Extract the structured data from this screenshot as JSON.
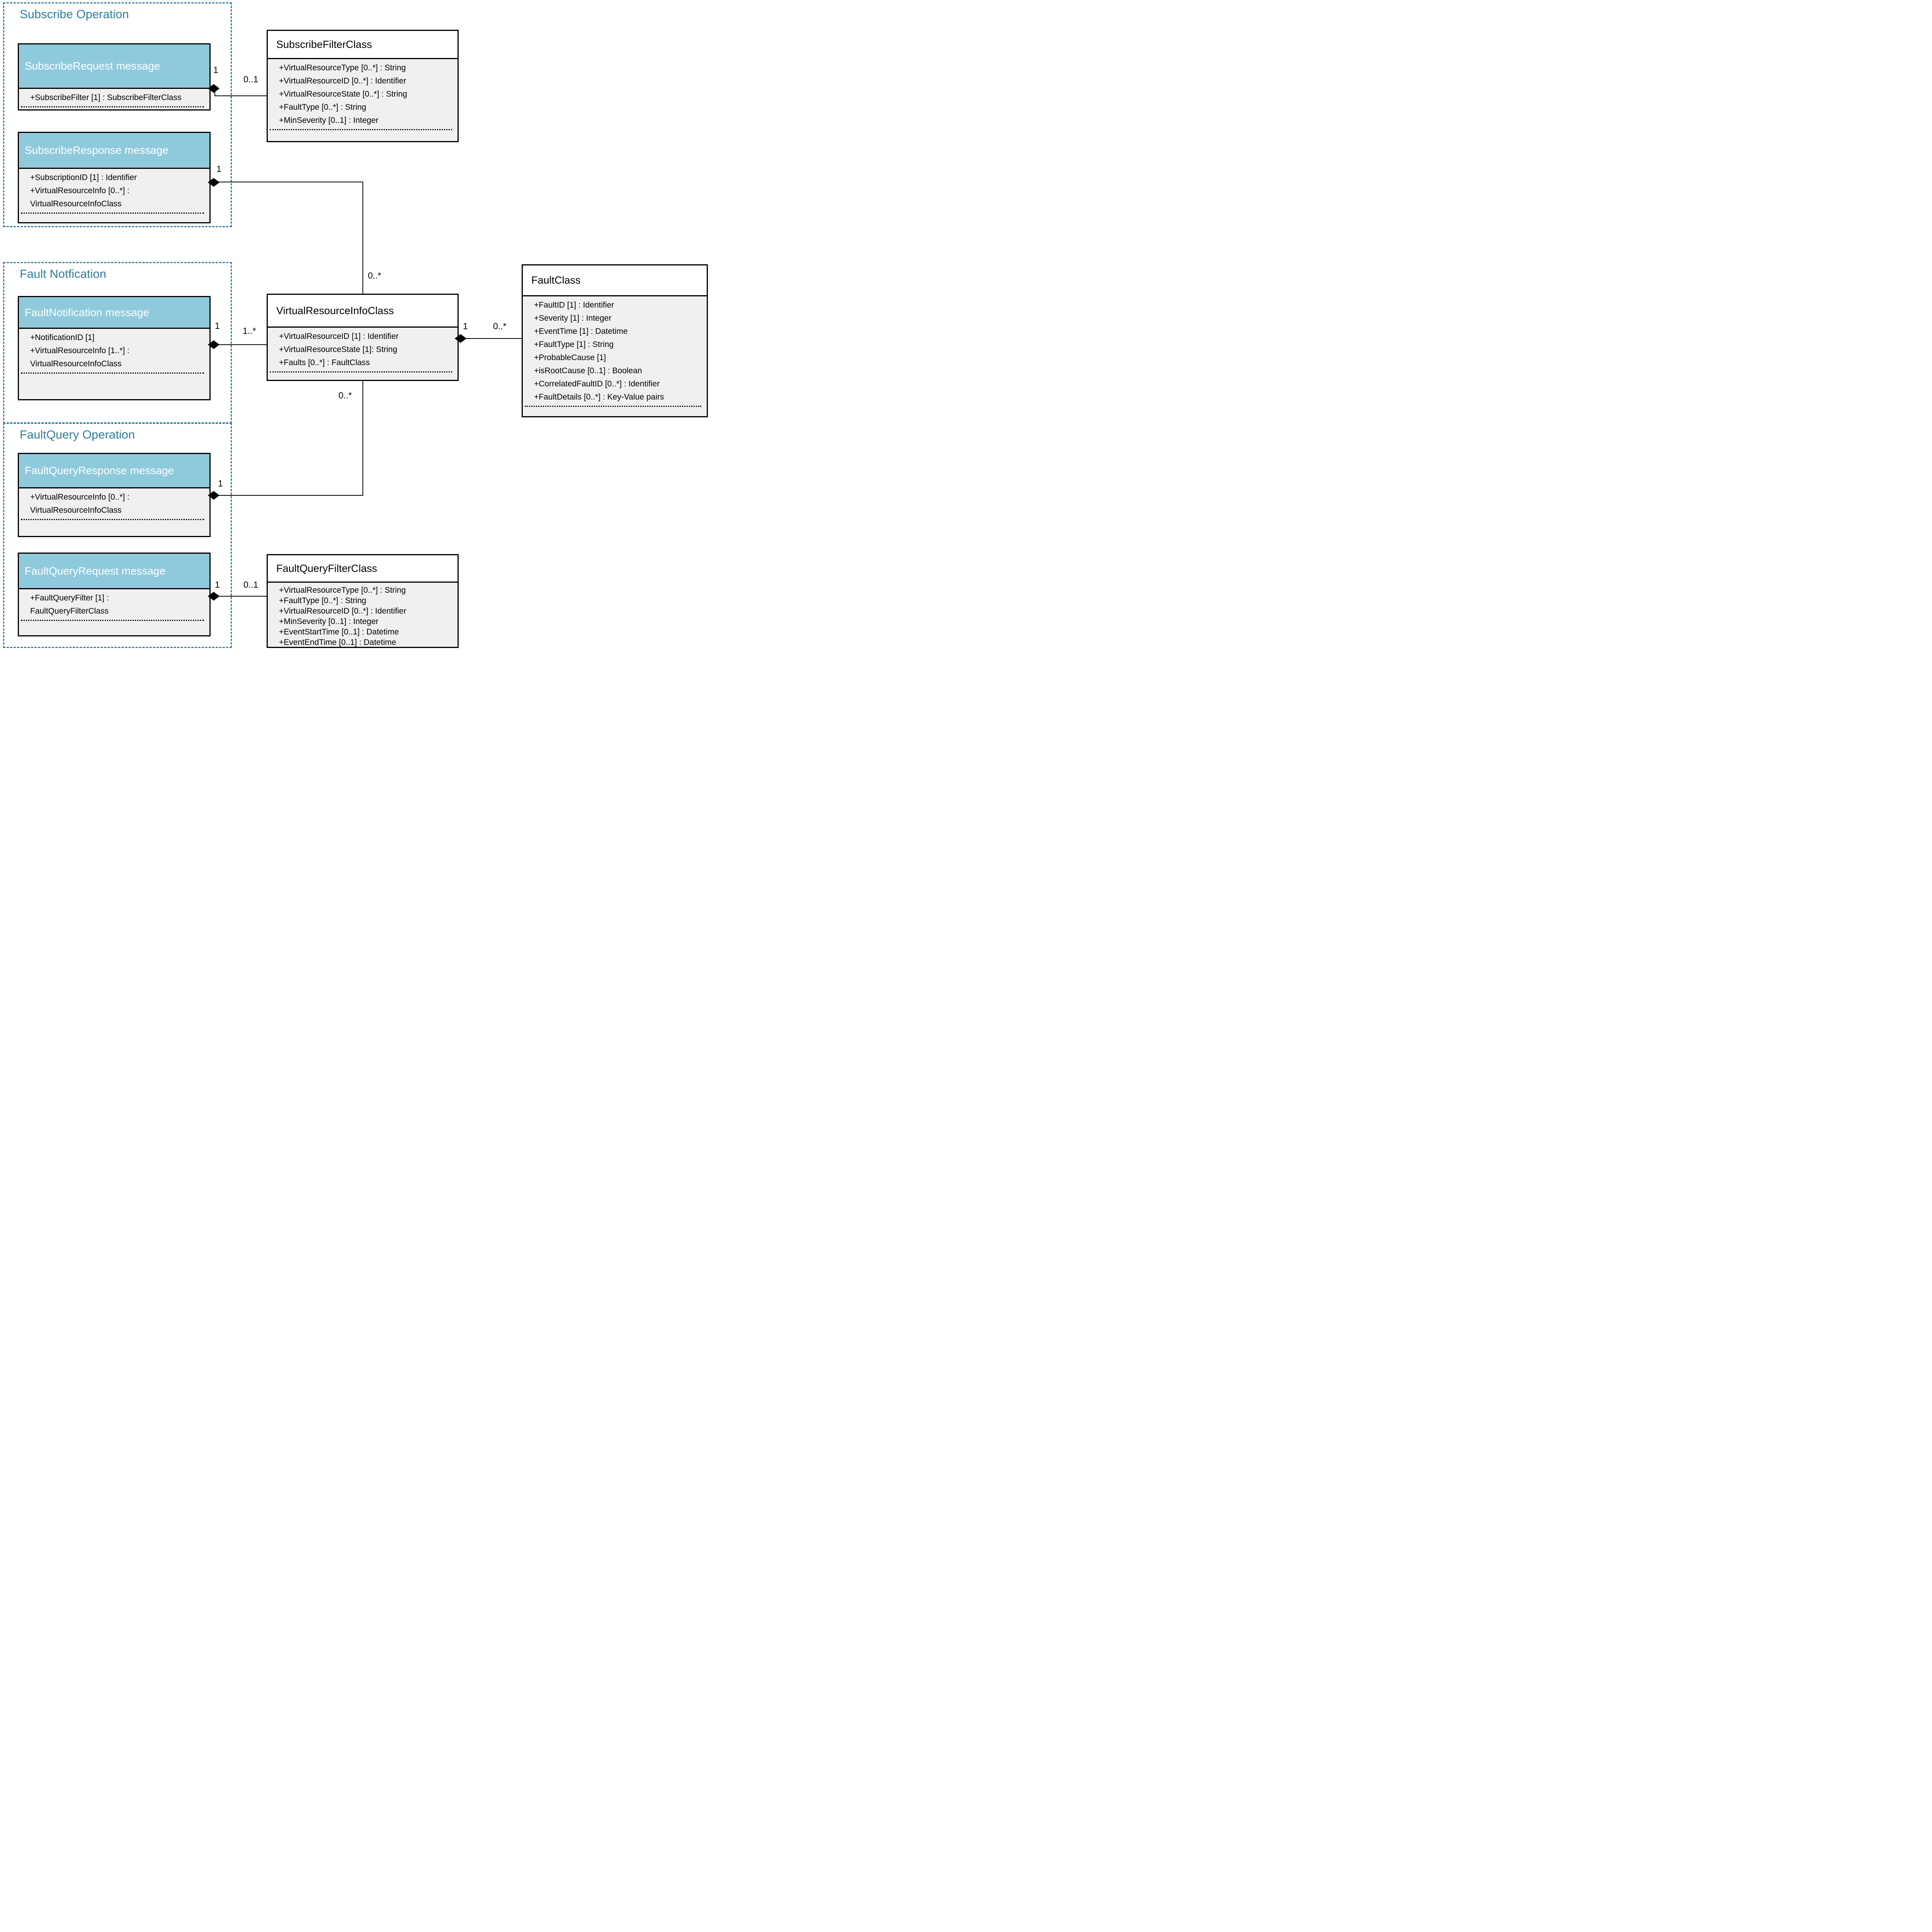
{
  "groups": {
    "subscribe": {
      "title": "Subscribe Operation"
    },
    "faultNotification": {
      "title": "Fault Notfication"
    },
    "faultQuery": {
      "title": "FaultQuery Operation"
    }
  },
  "boxes": {
    "subscribeRequest": {
      "title": "SubscribeRequest message",
      "attributes": [
        "+SubscribeFilter [1] : SubscribeFilterClass"
      ]
    },
    "subscribeResponse": {
      "title": "SubscribeResponse message",
      "attributes": [
        "+SubscriptionID [1] : Identifier",
        "+VirtualResourceInfo [0..*] :",
        "VirtualResourceInfoClass"
      ]
    },
    "faultNotification": {
      "title": "FaultNotification message",
      "attributes": [
        "+NotificationID [1]",
        "+VirtualResourceInfo [1..*] :",
        "VirtualResourceInfoClass"
      ]
    },
    "faultQueryResponse": {
      "title": "FaultQueryResponse message",
      "attributes": [
        "+VirtualResourceInfo [0..*] :",
        "VirtualResourceInfoClass"
      ]
    },
    "faultQueryRequest": {
      "title": "FaultQueryRequest message",
      "attributes": [
        "+FaultQueryFilter [1] :",
        "FaultQueryFilterClass"
      ]
    },
    "subscribeFilterClass": {
      "title": "SubscribeFilterClass",
      "attributes": [
        "+VirtualResourceType [0..*] : String",
        "+VirtualResourceID [0..*] : Identifier",
        "+VirtualResourceState [0..*] : String",
        "+FaultType [0..*] : String",
        "+MinSeverity [0..1] : Integer"
      ]
    },
    "virtualResourceInfoClass": {
      "title": "VirtualResourceInfoClass",
      "attributes": [
        "+VirtualResourceID [1] : Identifier",
        "+VirtualResourceState [1]: String",
        "+Faults [0..*] : FaultClass"
      ]
    },
    "faultClass": {
      "title": "FaultClass",
      "attributes": [
        "+FaultID [1] : Identifier",
        "+Severity [1] : Integer",
        "+EventTime [1] : Datetime",
        "+FaultType [1] : String",
        "+ProbableCause [1]",
        "+isRootCause [0..1] : Boolean",
        "+CorrelatedFaultID [0..*] : Identifier",
        "+FaultDetails [0..*] : Key-Value pairs"
      ]
    },
    "faultQueryFilterClass": {
      "title": "FaultQueryFilterClass",
      "attributes": [
        "+VirtualResourceType [0..*] : String",
        "+FaultType [0..*] : String",
        "+VirtualResourceID [0..*] : Identifier",
        "+MinSeverity [0..1] : Integer",
        "+EventStartTime [0..1] : Datetime",
        "+EventEndTime [0..1] : Datetime"
      ]
    }
  },
  "relationships": [
    {
      "type": "composition",
      "from": "SubscribeRequest message",
      "fromMult": "1",
      "to": "SubscribeFilterClass",
      "toMult": "0..1"
    },
    {
      "type": "composition",
      "from": "SubscribeResponse message",
      "fromMult": "1",
      "to": "VirtualResourceInfoClass",
      "toMult": "0..*"
    },
    {
      "type": "composition",
      "from": "FaultNotification message",
      "fromMult": "1",
      "to": "VirtualResourceInfoClass",
      "toMult": "1..*"
    },
    {
      "type": "composition",
      "from": "VirtualResourceInfoClass",
      "fromMult": "1",
      "to": "FaultClass",
      "toMult": "0..*"
    },
    {
      "type": "composition",
      "from": "FaultQueryResponse message",
      "fromMult": "1",
      "to": "VirtualResourceInfoClass",
      "toMult": "0..*"
    },
    {
      "type": "composition",
      "from": "FaultQueryRequest message",
      "fromMult": "1",
      "to": "FaultQueryFilterClass",
      "toMult": "0..1"
    }
  ],
  "colors": {
    "group_accent": "#2E7E99",
    "message_header_fill": "#8ECADC",
    "message_header_text": "#FFFFFF",
    "body_fill": "#F0F0F0",
    "line": "#000000"
  }
}
